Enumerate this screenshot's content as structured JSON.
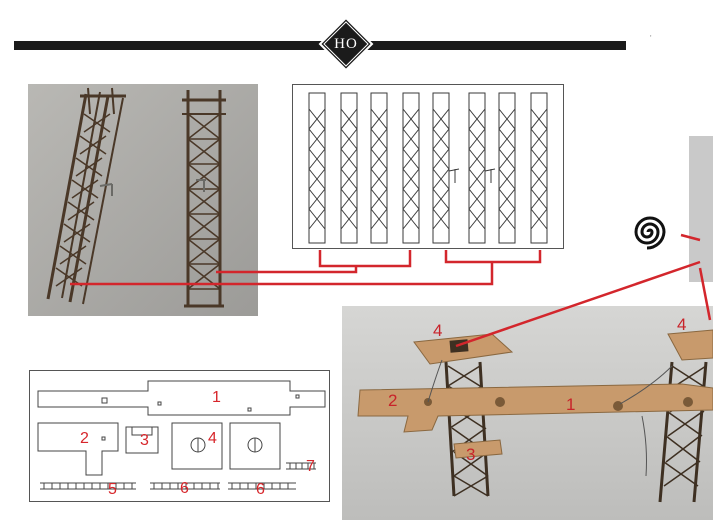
{
  "header": {
    "label": "HO",
    "bar_color": "#1b1b1b"
  },
  "colors": {
    "callout_line": "#d3262c",
    "part_number": "#d7262b",
    "tower_wood": "#4a3828",
    "deck_wood": "#c89a6c"
  },
  "corner_mark": "'",
  "parts_plan": {
    "labels": [
      "1",
      "2",
      "3",
      "4",
      "5",
      "6",
      "6",
      "7"
    ]
  },
  "bridge_photo": {
    "labels": [
      "4",
      "2",
      "1",
      "3",
      "4"
    ]
  },
  "icons": {
    "swirl": "spiral-icon"
  }
}
